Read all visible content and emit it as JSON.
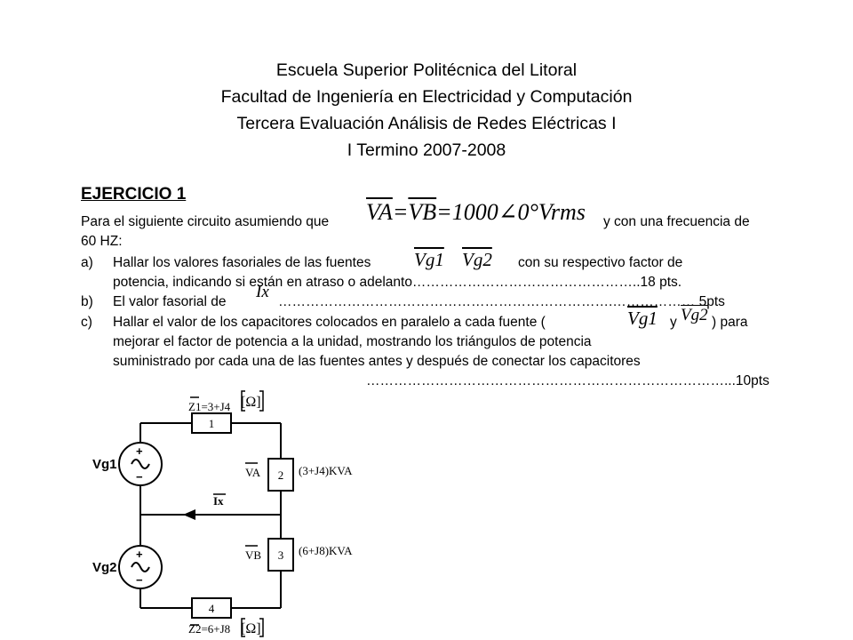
{
  "header": {
    "line1": "Escuela Superior Politécnica del Litoral",
    "line2": "Facultad de Ingeniería en Electricidad y Computación",
    "line3": "Tercera Evaluación  Análisis de Redes Eléctricas I",
    "line4": "I Termino 2007-2008"
  },
  "exercise": {
    "title": "EJERCICIO 1",
    "intro_1": "Para el siguiente circuito asumiendo que",
    "intro_eq_va": "VA",
    "intro_eq_mid": "=",
    "intro_eq_vb": "VB",
    "intro_eq_rest": "=1000∠0°Vrms",
    "intro_2": "y con una frecuencia de",
    "intro_3": "60 HZ:",
    "a_marker": "a)",
    "a_text_1": "Hallar los valores fasoriales de las fuentes",
    "a_vg1": "Vg1",
    "a_vg2": "Vg2",
    "a_text_2": "con su respectivo factor de",
    "a_text_3": "potencia, indicando si están en atraso o adelanto…………………………………………..18 pts.",
    "b_marker": "b)",
    "b_text_1": "El valor fasorial de",
    "b_ix": "Ix",
    "b_text_2": "……………………………………………………………….……………… 5pts",
    "c_marker": "c)",
    "c_text_1": "Hallar el valor de los capacitores colocados en paralelo a cada fuente (",
    "c_vg1": "Vg1",
    "c_y": "y",
    "c_vg2": "Vg2",
    "c_text_2": ") para",
    "c_text_3": "mejorar el factor de potencia a la unidad, mostrando los triángulos de potencia",
    "c_text_4": "suministrado por cada una de las fuentes antes y después de conectar los capacitores",
    "c_text_5": "……………………………………………………………………...10pts"
  },
  "circuit": {
    "z1_label": "Z1=3+J4",
    "z1_unit": "[Ω]",
    "z2_label": "Z2=6+J8",
    "z2_unit": "[Ω]",
    "box1": "1",
    "box2": "2",
    "box3": "3",
    "box4": "4",
    "va_label": "VA",
    "vb_label": "VB",
    "load2": "(3+J4)KVA",
    "load3": "(6+J8)KVA",
    "ix_label": "Ix",
    "vg1_label": "Vg1",
    "vg2_label": "Vg2",
    "plus": "+",
    "minus": "−"
  }
}
